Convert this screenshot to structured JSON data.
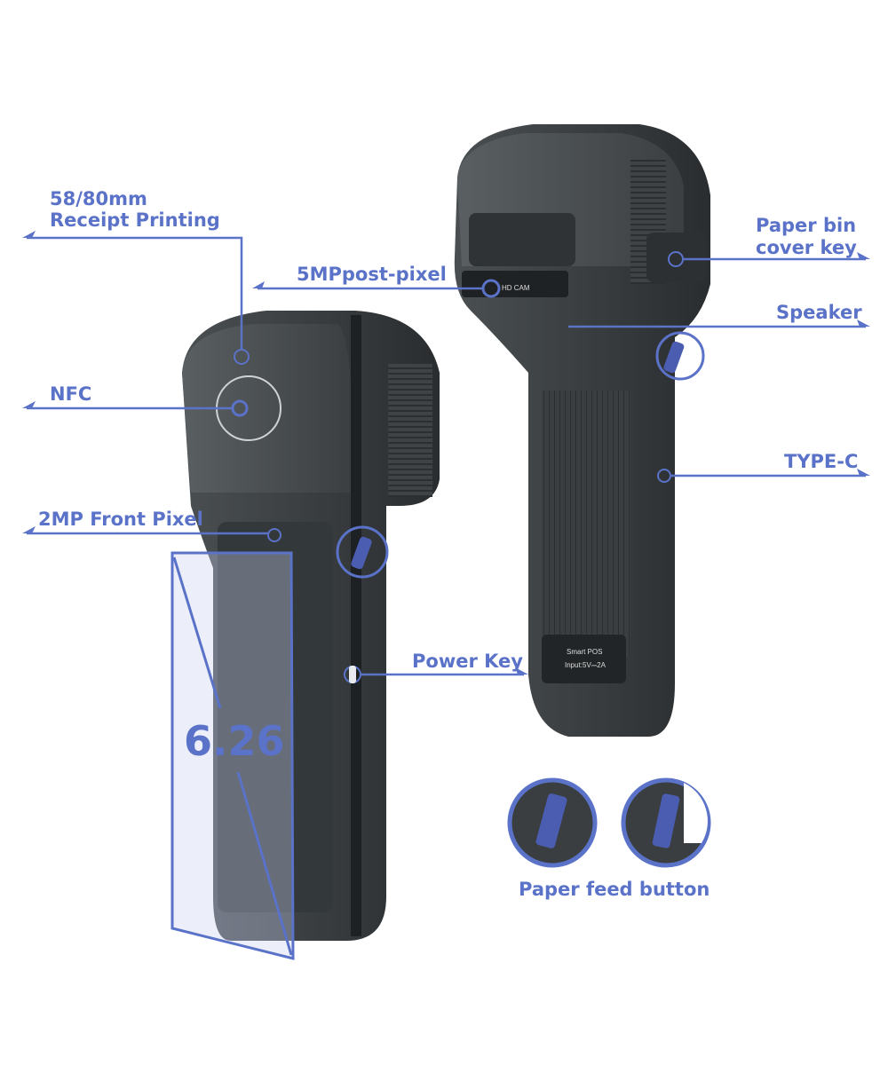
{
  "accent_color": "#5a72c8",
  "labels": {
    "receipt_line1": "58/80mm",
    "receipt_line2": "Receipt Printing",
    "rear_camera": "5MPpost-pixel",
    "paper_bin_line1": "Paper bin",
    "paper_bin_line2": "cover key",
    "speaker": "Speaker",
    "nfc": "NFC",
    "type_c": "TYPE-C",
    "front_camera": "2MP Front Pixel",
    "power_key": "Power Key",
    "screen_size": "6.26",
    "paper_feed": "Paper feed button"
  },
  "device_back": {
    "camera_text": "HD CAM",
    "plate_line1": "Smart POS",
    "plate_line2": "Input:5V⎓2A"
  }
}
